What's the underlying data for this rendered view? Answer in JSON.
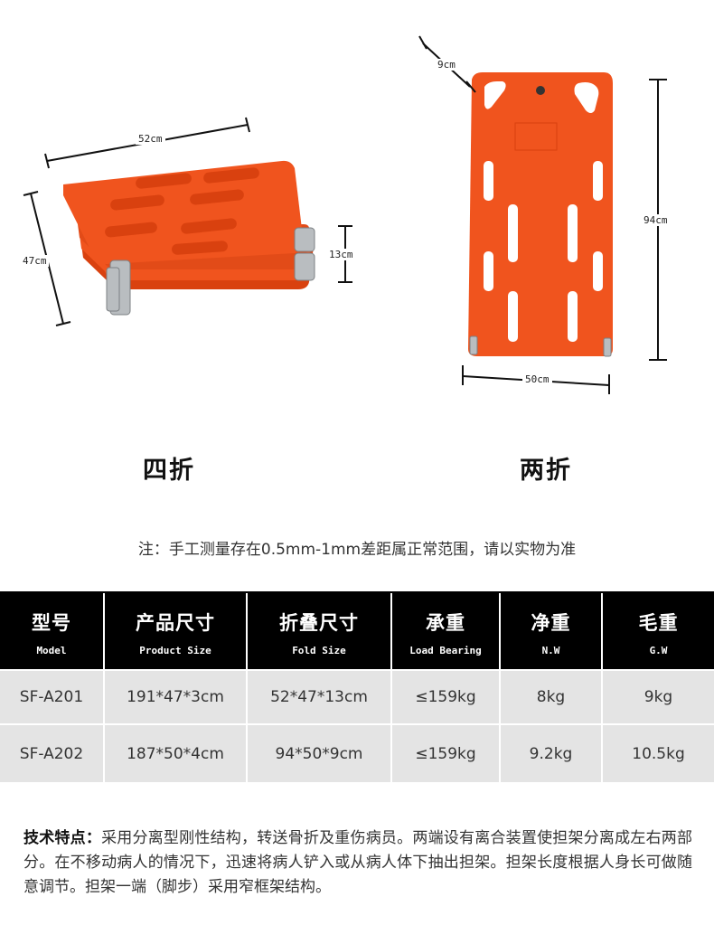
{
  "dimensions": {
    "four_fold": {
      "width": "52cm",
      "depth": "47cm",
      "height": "13cm"
    },
    "two_fold": {
      "thickness": "9cm",
      "length": "94cm",
      "width": "50cm"
    }
  },
  "labels": {
    "four_fold": "四折",
    "two_fold": "两折"
  },
  "note": "注：手工测量存在0.5mm-1mm差距属正常范围，请以实物为准",
  "table": {
    "headers": [
      {
        "cn": "型号",
        "en": "Model"
      },
      {
        "cn": "产品尺寸",
        "en": "Product Size"
      },
      {
        "cn": "折叠尺寸",
        "en": "Fold Size"
      },
      {
        "cn": "承重",
        "en": "Load Bearing"
      },
      {
        "cn": "净重",
        "en": "N.W"
      },
      {
        "cn": "毛重",
        "en": "G.W"
      }
    ],
    "rows": [
      [
        "SF-A201",
        "191*47*3cm",
        "52*47*13cm",
        "≤159kg",
        "8kg",
        "9kg"
      ],
      [
        "SF-A202",
        "187*50*4cm",
        "94*50*9cm",
        "≤159kg",
        "9.2kg",
        "10.5kg"
      ]
    ]
  },
  "features": {
    "title": "技术特点：",
    "text": "采用分离型刚性结构，转送骨折及重伤病员。两端设有离合装置使担架分离成左右两部分。在不移动病人的情况下，迅速将病人铲入或从病人体下抽出担架。担架长度根据人身长可做随意调节。担架一端（脚步）采用窄框架结构。"
  },
  "colors": {
    "stretcher": "#f0541e",
    "stretcher_dark": "#d9410f",
    "metal": "#b9bdc0",
    "header_bg": "#000000",
    "cell_bg": "#e4e4e4"
  }
}
